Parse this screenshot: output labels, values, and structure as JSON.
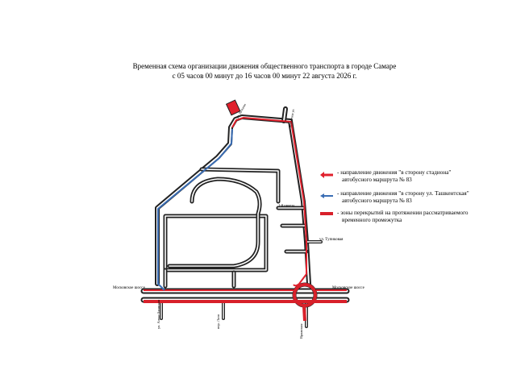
{
  "title": {
    "line1": "Временная схема организации движения общественного транспорта в городе Самаре",
    "line2": "с 05 часов 00 минут до 16 часов 00 минут 22 августа 2026 г."
  },
  "legend": [
    {
      "symbol": "red-arrow-left",
      "line1": "- направление движения \"в сторону стадиона\"",
      "line2": "автобусного маршрута № 83",
      "line3": ""
    },
    {
      "symbol": "blue-arrow-left",
      "line1": "- направление движения \"в сторону ул. Ташкентская\"",
      "line2": "автобусного маршрута № 83",
      "line3": ""
    },
    {
      "symbol": "red-bar",
      "line1": "- зоны перекрытий на протяжении рассматриваемого",
      "line2": "временного промежутка",
      "line3": ""
    }
  ],
  "streets": {
    "moskovskoe_left": "Московское шоссе",
    "moskovskoe_right": "Московское шоссе",
    "tupikovaya": "ул. Тупиковая",
    "proezd": "1-й проезд",
    "alma_ata": "ул. Алма-Атинская",
    "lazo": "пер. Лазо",
    "vrazhskaya": "Вражская",
    "top_box": "ул. Дальняя",
    "top_right": "Кольцевая ул."
  },
  "colors": {
    "road": "#222222",
    "route_out": "#e0202c",
    "route_back": "#3a6db4",
    "closure": "#d8202a"
  }
}
